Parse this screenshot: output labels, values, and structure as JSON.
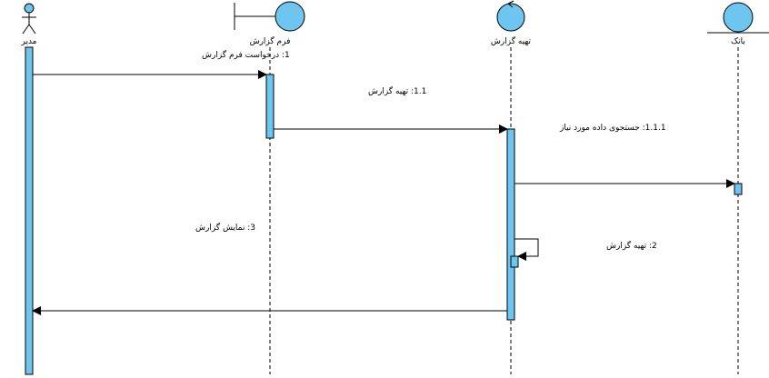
{
  "colors": {
    "fill": "#6EC6F0",
    "stroke": "#000000",
    "line": "#000000"
  },
  "lifelines": [
    {
      "id": "manager",
      "kind": "actor",
      "name": "مدیر"
    },
    {
      "id": "form",
      "kind": "boundary",
      "name": "فرم گزارش"
    },
    {
      "id": "prepare",
      "kind": "control",
      "name": "تهیه گزارش"
    },
    {
      "id": "bank",
      "kind": "entity",
      "name": "بانک"
    }
  ],
  "messages": [
    {
      "id": "m1",
      "label": "1: درخواست فرم گزارش"
    },
    {
      "id": "m11",
      "label": "1.1: تهیه گزارش"
    },
    {
      "id": "m111",
      "label": "1.1.1: جستجوی داده مورد نیاز"
    },
    {
      "id": "m2",
      "label": "2: تهیه گزارش"
    },
    {
      "id": "m3",
      "label": "3: نمایش گزارش"
    }
  ]
}
